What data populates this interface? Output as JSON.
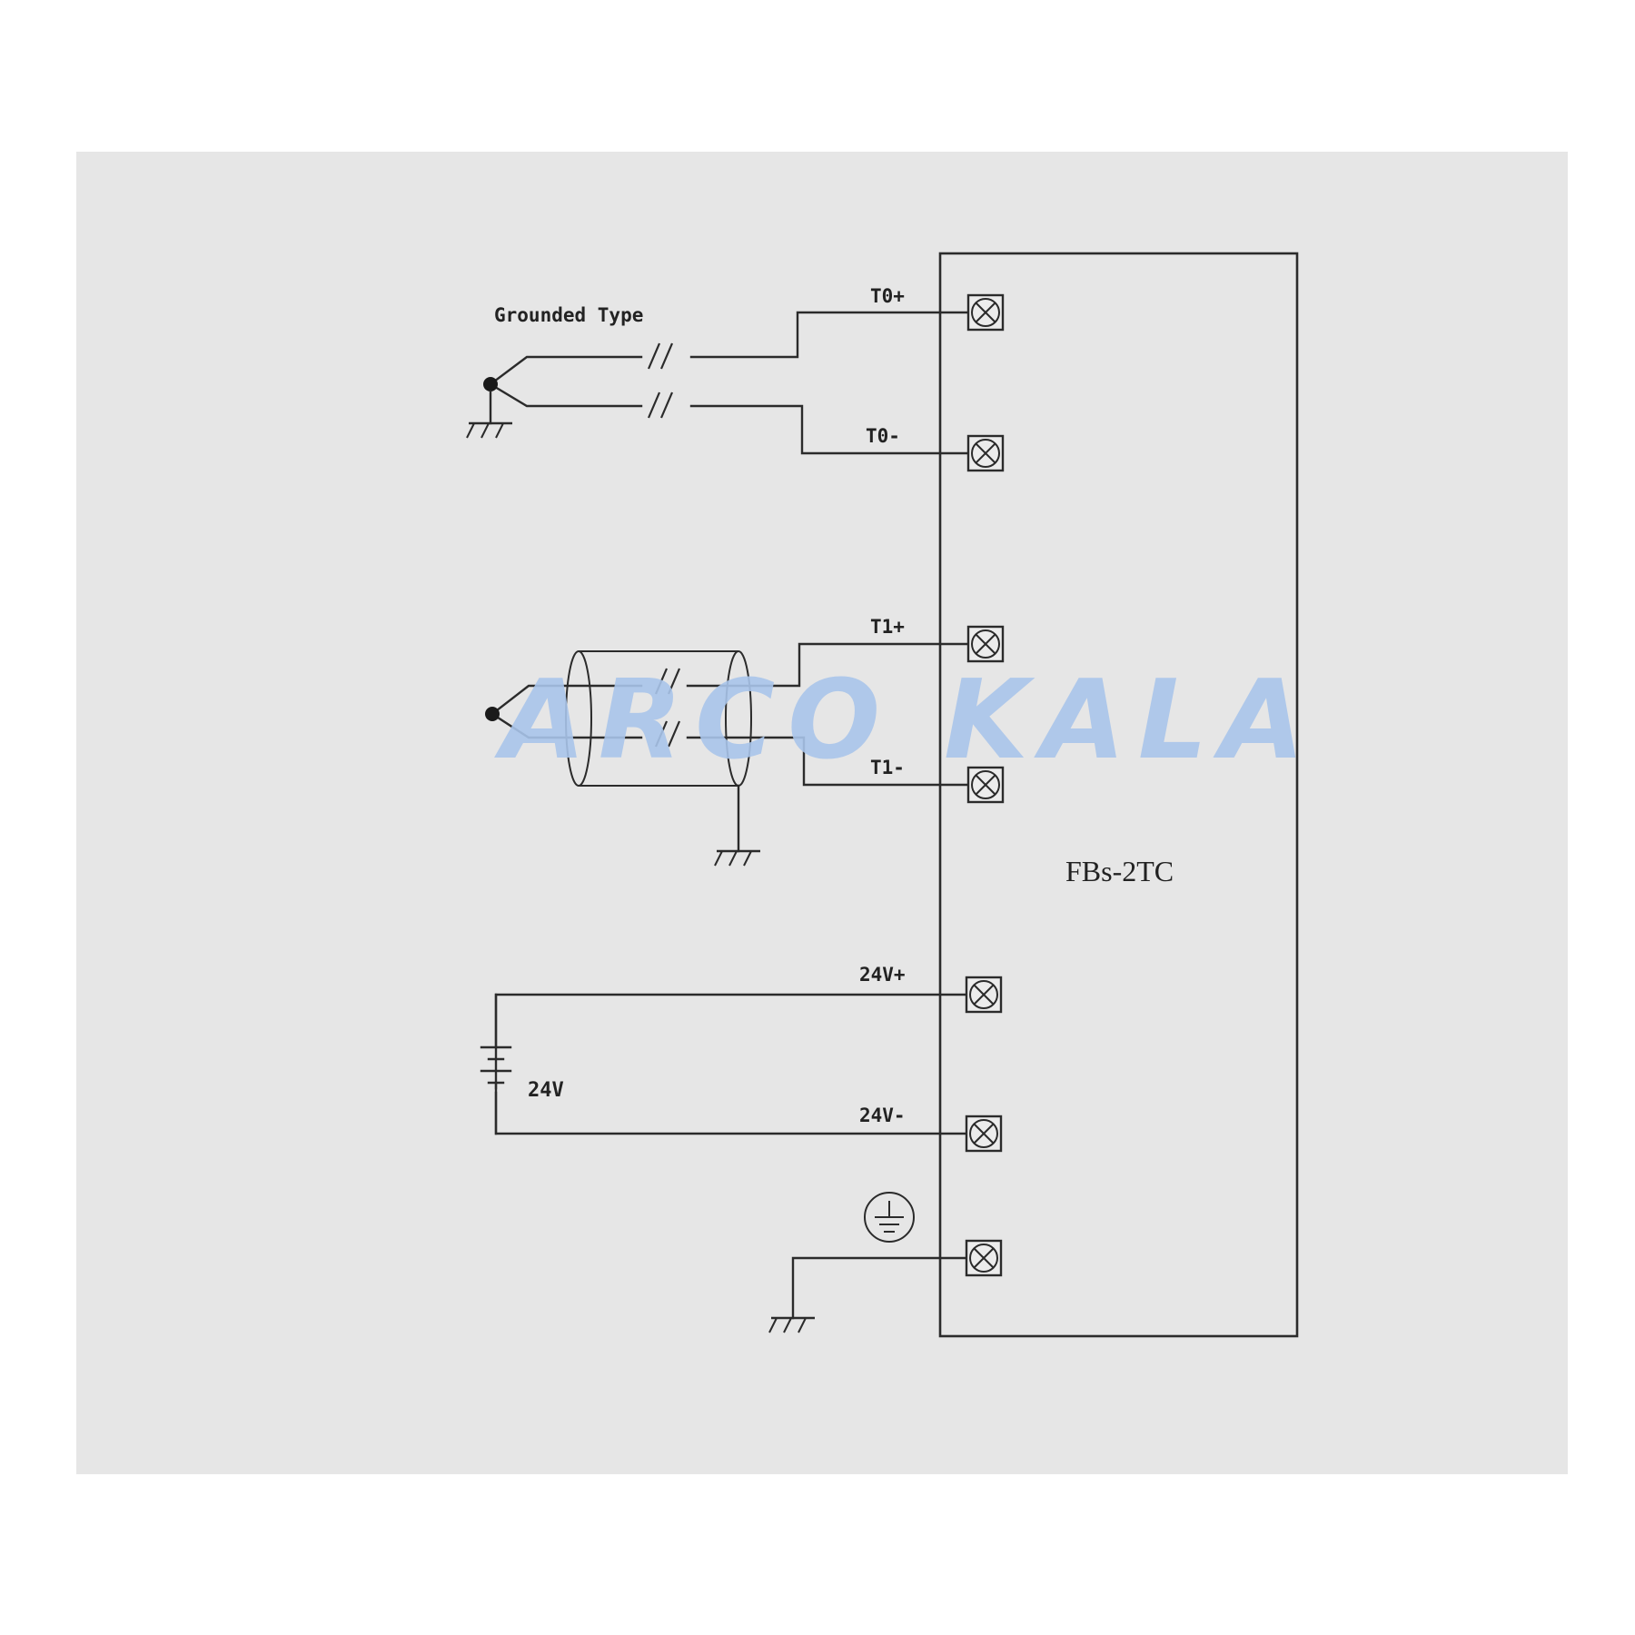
{
  "colors": {
    "page_background": "#ffffff",
    "panel_background": "#e6e6e6",
    "line": "#2b2b2b",
    "watermark": "#a9c4ea"
  },
  "thermocouple_1": {
    "label": "Grounded Type"
  },
  "terminals": {
    "t0_plus": "T0+",
    "t0_minus": "T0-",
    "t1_plus": "T1+",
    "t1_minus": "T1-",
    "v24_plus": "24V+",
    "v24_minus": "24V-"
  },
  "battery": {
    "label": "24V"
  },
  "module": {
    "label": "FBs-2TC"
  },
  "watermark": {
    "text": "ARCO KALA"
  },
  "icons": {
    "earth_ground": "earth-ground-icon",
    "chassis_ground": "chassis-ground-icon",
    "screw_terminal": "screw-terminal-icon",
    "cable_break": "cable-break-icon"
  }
}
